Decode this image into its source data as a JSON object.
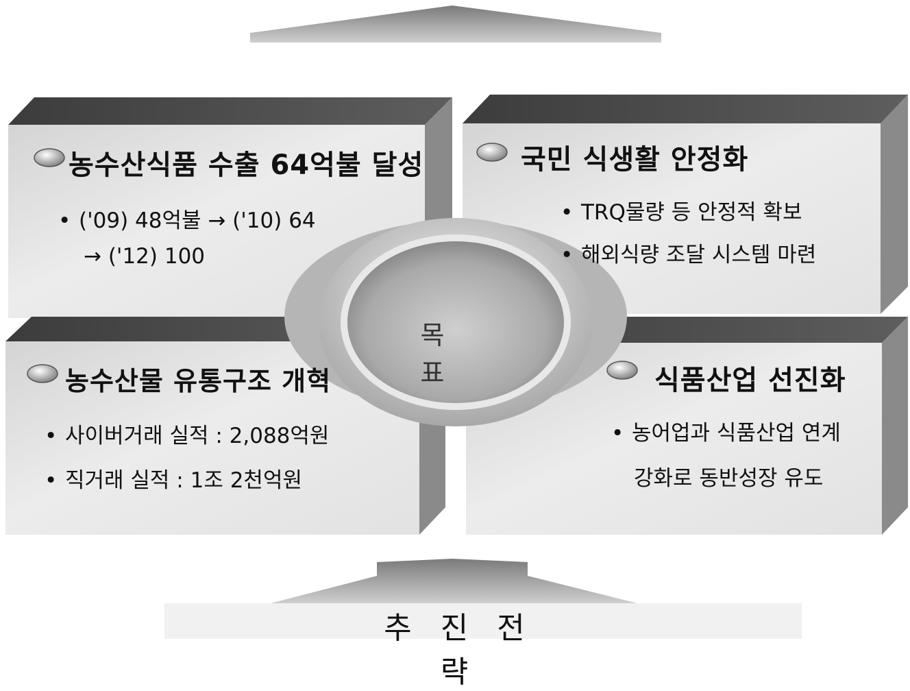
{
  "center": {
    "label": "목 표"
  },
  "strategy": {
    "label": "추 진 전 략"
  },
  "panels": {
    "top_left": {
      "title": "농수산식품 수출 64억불 달성",
      "lines": [
        "('09) 48억불 → ('10) 64",
        "→ ('12) 100"
      ]
    },
    "top_right": {
      "title": "국민 식생활 안정화",
      "lines": [
        "TRQ물량 등 안정적 확보",
        "해외식량 조달 시스템 마련"
      ]
    },
    "bottom_left": {
      "title": "농수산물 유통구조 개혁",
      "lines": [
        "사이버거래 실적 : 2,088억원",
        "직거래 실적 : 1조 2천억원"
      ]
    },
    "bottom_right": {
      "title": "식품산업 선진화",
      "lines": [
        "농어업과 식품산업 연계",
        "강화로 동반성장 유도"
      ]
    }
  },
  "colors": {
    "panel_face": "#e6e6e6",
    "panel_top": "#4a4a4a",
    "panel_side": "#8a8a8a",
    "ring": "#9a9a9a",
    "arrow": "#bdbdbd"
  },
  "icons": {
    "title_marker": "ellipse-bullet-icon",
    "bullet": "dot-bullet-icon"
  }
}
